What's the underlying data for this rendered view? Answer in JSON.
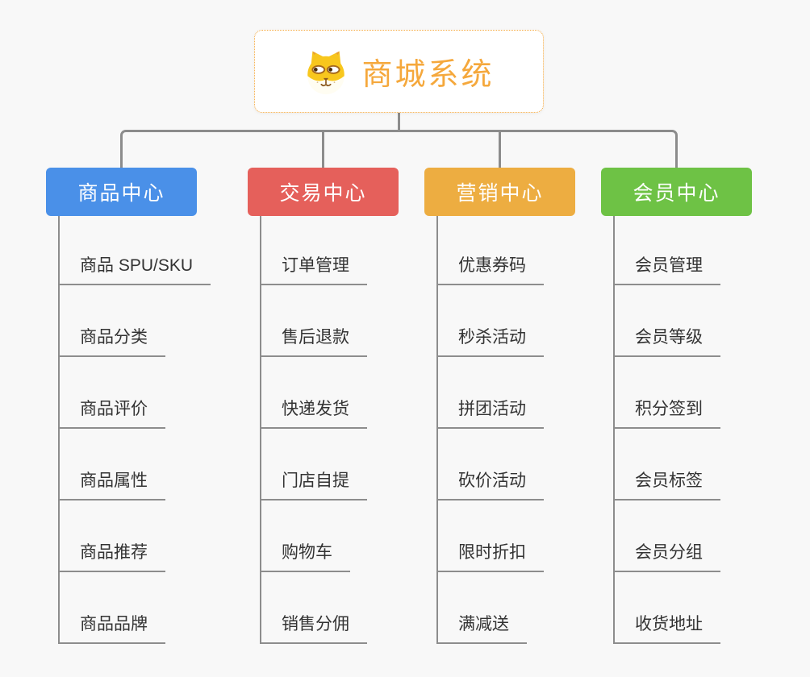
{
  "root": {
    "title": "商城系统",
    "icon": "shiba-dog-face-icon",
    "title_color": "#f5a83c",
    "border_color": "#f5a93f"
  },
  "connector_color": "#8c8c8c",
  "background_color": "#f8f8f8",
  "child_text_color": "#333333",
  "branches": [
    {
      "label": "商品中心",
      "color": "#4a90e8",
      "children": [
        "商品 SPU/SKU",
        "商品分类",
        "商品评价",
        "商品属性",
        "商品推荐",
        "商品品牌"
      ]
    },
    {
      "label": "交易中心",
      "color": "#e5605b",
      "children": [
        "订单管理",
        "售后退款",
        "快递发货",
        "门店自提",
        "购物车",
        "销售分佣"
      ]
    },
    {
      "label": "营销中心",
      "color": "#edad41",
      "children": [
        "优惠券码",
        "秒杀活动",
        "拼团活动",
        "砍价活动",
        "限时折扣",
        "满减送"
      ]
    },
    {
      "label": "会员中心",
      "color": "#6ec245",
      "children": [
        "会员管理",
        "会员等级",
        "积分签到",
        "会员标签",
        "会员分组",
        "收货地址"
      ]
    }
  ]
}
